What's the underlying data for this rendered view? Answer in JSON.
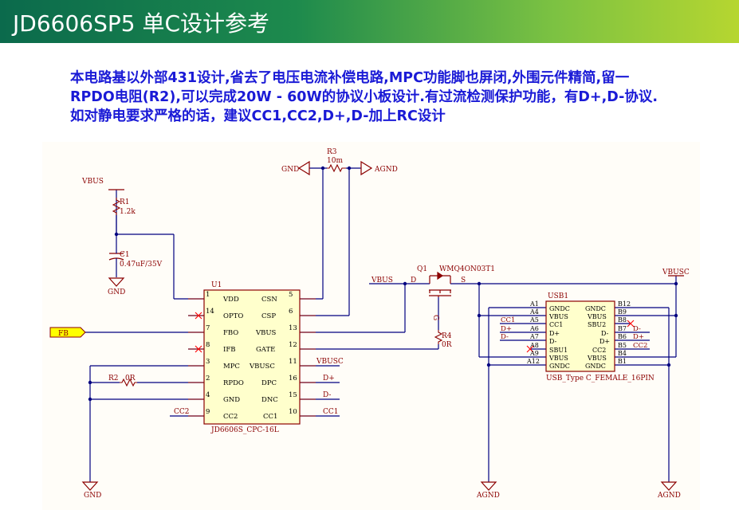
{
  "title": "JD6606SP5 单C设计参考",
  "description": [
    "本电路基以外部431设计,省去了电压电流补偿电路,MPC功能脚也屏闭,外围元件精简,留一",
    "RPDO电阻(R2),可以完成20W - 60W的协议小板设计.有过流检测保护功能，有D+,D-协议.",
    "如对静电要求严格的话，建议CC1,CC2,D+,D-加上RC设计"
  ],
  "colors": {
    "wire": "#000080",
    "component": "#8b0000",
    "pin_text": "#000000",
    "net_label": "#8b0000",
    "no_connect": "#ff0000",
    "fb_port_fill": "#ffff00",
    "description_text": "#1a1ad6"
  },
  "schematic": {
    "nets": {
      "vbus_top": "VBUS",
      "gnd_r3": "GND",
      "agnd_r3": "AGND",
      "gnd_c1": "GND",
      "vbus_q1": "VBUS",
      "vbusc": "VBUSC",
      "gnd_bottom": "GND",
      "agnd_left": "AGND",
      "agnd_right": "AGND",
      "fb": "FB"
    },
    "components": {
      "r1": {
        "ref": "R1",
        "value": "1.2k"
      },
      "c1": {
        "ref": "C1",
        "value": "0.47uF/35V"
      },
      "r2": {
        "ref": "R2",
        "value": "0R"
      },
      "r3": {
        "ref": "R3",
        "value": "10m"
      },
      "r4": {
        "ref": "R4",
        "value": "0R",
        "pin": "G"
      },
      "q1": {
        "ref": "Q1",
        "part": "WMQ4ON03T1",
        "d": "D",
        "s": "S"
      },
      "u1": {
        "ref": "U1",
        "part": "JD6606S_CPC-16L"
      },
      "usb": {
        "ref": "USB1",
        "part": "USB_Type C_FEMALE_16PIN"
      }
    },
    "u1_left_pins": [
      {
        "num": "1",
        "name": "VDD"
      },
      {
        "num": "14",
        "name": "OPTO"
      },
      {
        "num": "7",
        "name": "FBO"
      },
      {
        "num": "8",
        "name": "IFB"
      },
      {
        "num": "3",
        "name": "MPC"
      },
      {
        "num": "2",
        "name": "RPDO"
      },
      {
        "num": "4",
        "name": "GND"
      },
      {
        "num": "9",
        "name": "CC2"
      }
    ],
    "u1_right_pins": [
      {
        "num": "5",
        "name": "CSN"
      },
      {
        "num": "6",
        "name": "CSP"
      },
      {
        "num": "13",
        "name": "VBUS"
      },
      {
        "num": "12",
        "name": "GATE"
      },
      {
        "num": "11",
        "name": "VBUSC"
      },
      {
        "num": "16",
        "name": "DPC"
      },
      {
        "num": "15",
        "name": "DNC"
      },
      {
        "num": "10",
        "name": "CC1"
      }
    ],
    "u1_net_labels": {
      "cc2_in": "CC2",
      "vbusc": "VBUSC",
      "dp": "D+",
      "dn": "D-",
      "cc1": "CC1"
    },
    "usb_left": [
      {
        "pin": "A1",
        "name": "GNDC",
        "net": ""
      },
      {
        "pin": "A4",
        "name": "VBUS",
        "net": ""
      },
      {
        "pin": "A5",
        "name": "CC1",
        "net": "CC1"
      },
      {
        "pin": "A6",
        "name": "D+",
        "net": "D+"
      },
      {
        "pin": "A7",
        "name": "D-",
        "net": "D-"
      },
      {
        "pin": "A8",
        "name": "SBU1",
        "net": ""
      },
      {
        "pin": "A9",
        "name": "VBUS",
        "net": ""
      },
      {
        "pin": "A12",
        "name": "GNDC",
        "net": ""
      }
    ],
    "usb_right": [
      {
        "pin": "B12",
        "name": "GNDC",
        "net": ""
      },
      {
        "pin": "B9",
        "name": "VBUS",
        "net": ""
      },
      {
        "pin": "B8",
        "name": "SBU2",
        "net": ""
      },
      {
        "pin": "B7",
        "name": "D-",
        "net": "D-"
      },
      {
        "pin": "B6",
        "name": "D+",
        "net": "D+"
      },
      {
        "pin": "B5",
        "name": "CC2",
        "net": "CC2"
      },
      {
        "pin": "B4",
        "name": "VBUS",
        "net": ""
      },
      {
        "pin": "B1",
        "name": "GNDC",
        "net": ""
      }
    ]
  }
}
